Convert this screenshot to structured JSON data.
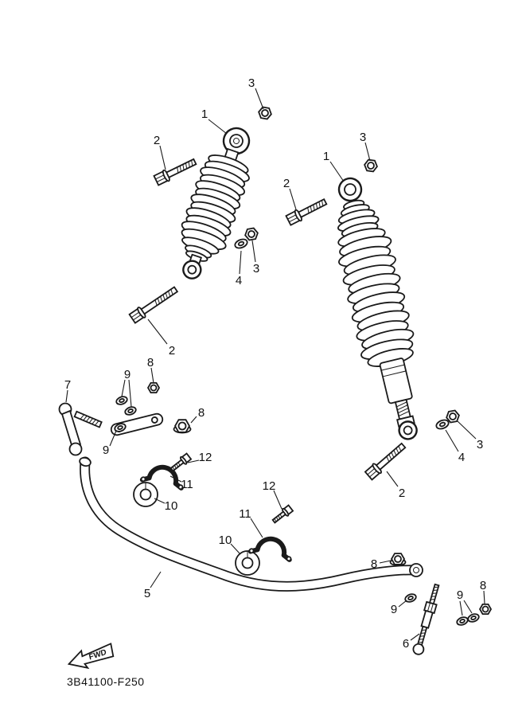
{
  "meta": {
    "drawing_number": "3B41100-F250",
    "fwd_label": "FWD",
    "line_color": "#1a1a1a",
    "background_color": "#ffffff"
  },
  "callouts": [
    {
      "label": "3"
    },
    {
      "label": "1"
    },
    {
      "label": "2"
    },
    {
      "label": "2"
    },
    {
      "label": "1"
    },
    {
      "label": "3"
    },
    {
      "label": "4"
    },
    {
      "label": "3"
    },
    {
      "label": "2"
    },
    {
      "label": "7"
    },
    {
      "label": "9"
    },
    {
      "label": "8"
    },
    {
      "label": "8"
    },
    {
      "label": "9"
    },
    {
      "label": "12"
    },
    {
      "label": "11"
    },
    {
      "label": "10"
    },
    {
      "label": "5"
    },
    {
      "label": "10"
    },
    {
      "label": "11"
    },
    {
      "label": "12"
    },
    {
      "label": "8"
    },
    {
      "label": "9"
    },
    {
      "label": "6"
    },
    {
      "label": "9"
    },
    {
      "label": "8"
    },
    {
      "label": "4"
    },
    {
      "label": "3"
    },
    {
      "label": "2"
    }
  ]
}
